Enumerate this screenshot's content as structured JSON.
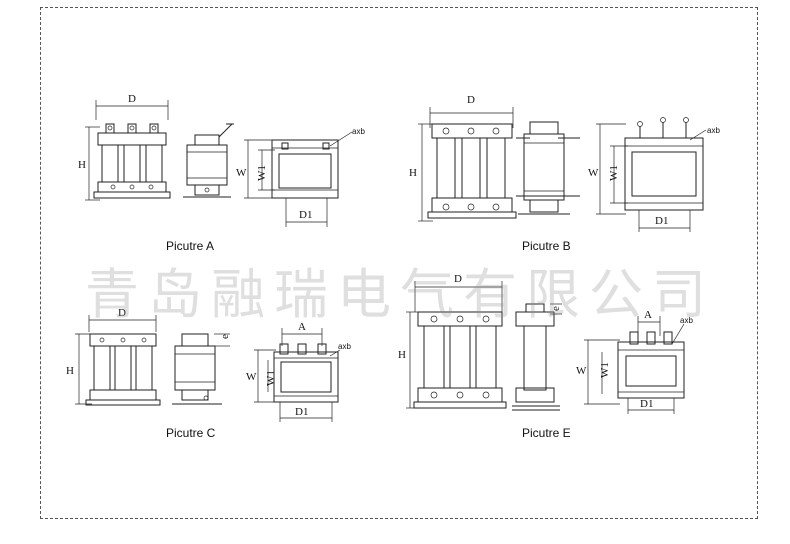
{
  "captions": {
    "a": "Picutre A",
    "b": "Picutre B",
    "c": "Picutre C",
    "e": "Picutre E"
  },
  "dims": {
    "D": "D",
    "H": "H",
    "W": "W",
    "W1": "W1",
    "D1": "D1",
    "A": "A",
    "e": "e",
    "axb": "axb"
  },
  "watermark": "青岛融瑞电气有限公司"
}
